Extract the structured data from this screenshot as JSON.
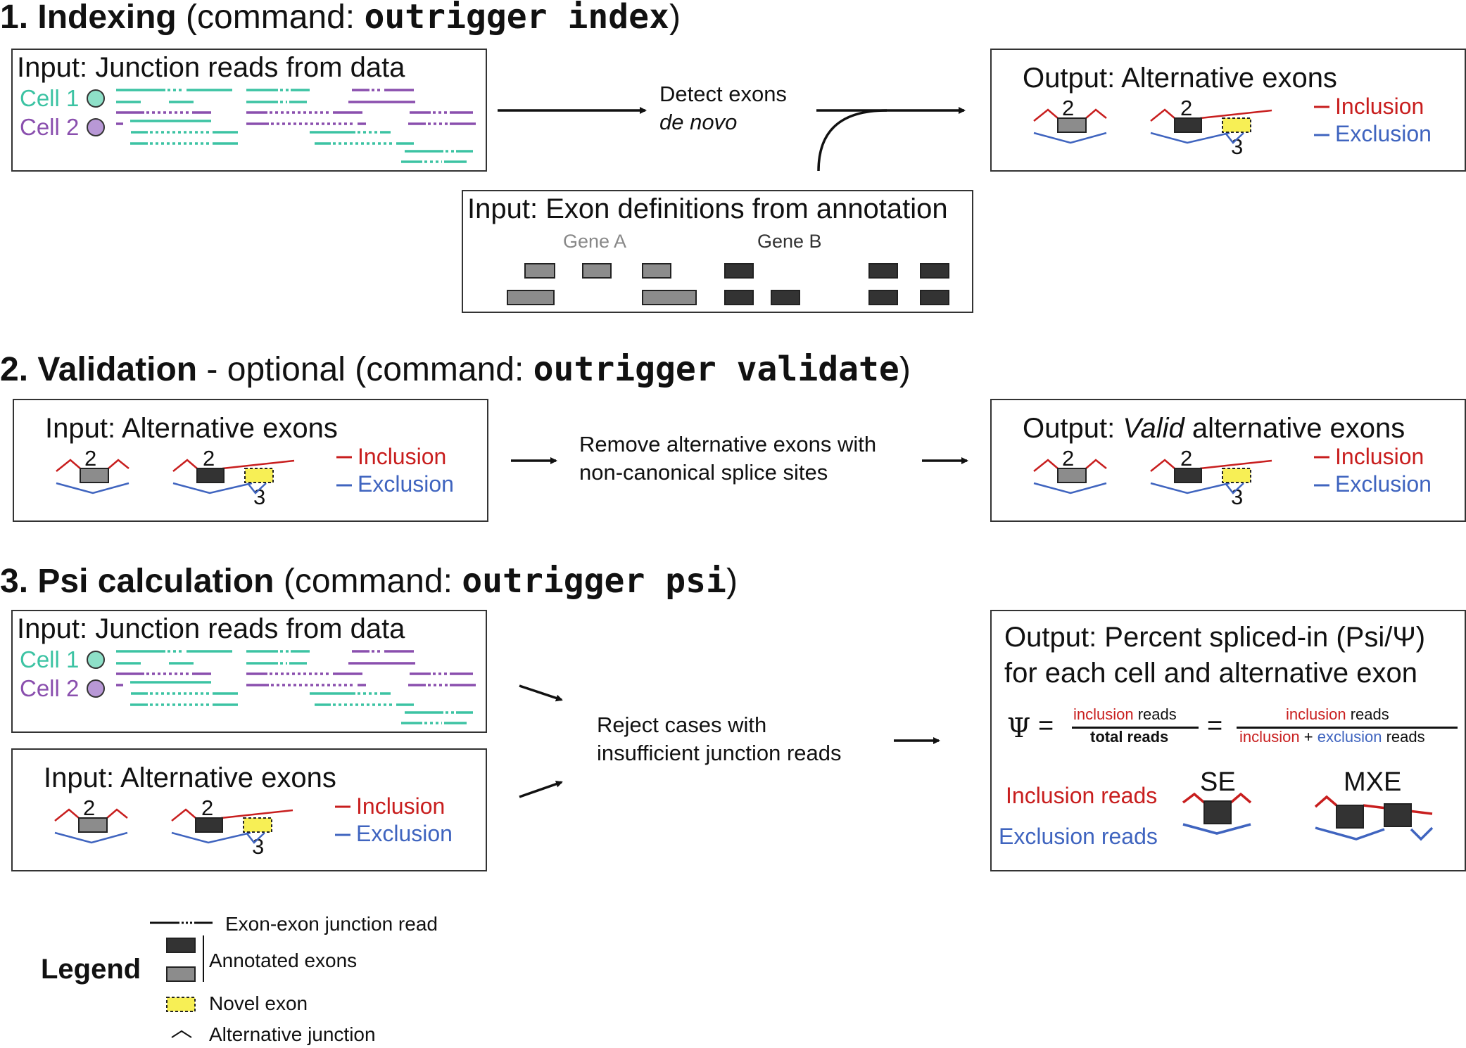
{
  "section1": {
    "num": "1.",
    "bold": "Indexing",
    "pre": " (command: ",
    "cmd": "outrigger index",
    "post": ")",
    "input_reads_title": "Input: Junction reads from data",
    "cell1": "Cell 1",
    "cell2": "Cell 2",
    "detect_line1": "Detect exons",
    "detect_line2": "de novo",
    "annotation_title": "Input: Exon definitions from annotation",
    "gene_a": "Gene A",
    "gene_b": "Gene B",
    "output_title": "Output: Alternative exons",
    "exon_num_2": "2",
    "exon_num_3": "3",
    "inclusion": "Inclusion",
    "exclusion": "Exclusion"
  },
  "section2": {
    "num": "2.",
    "bold": "Validation",
    "pre": " - optional (command: ",
    "cmd": "outrigger validate",
    "post": ")",
    "input_title": "Input: Alternative exons",
    "mid_line1": "Remove alternative exons with",
    "mid_line2": "non-canonical splice sites",
    "output_pre": "Output: ",
    "output_italic": "Valid",
    "output_post": " alternative exons",
    "exon_num_2": "2",
    "exon_num_3": "3",
    "inclusion": "Inclusion",
    "exclusion": "Exclusion"
  },
  "section3": {
    "num": "3.",
    "bold": "Psi calculation",
    "pre": " (command: ",
    "cmd": "outrigger psi",
    "post": ")",
    "input_reads_title": "Input: Junction reads from data",
    "cell1": "Cell 1",
    "cell2": "Cell 2",
    "input_exons_title": "Input: Alternative exons",
    "mid_line1": "Reject cases with",
    "mid_line2": "insufficient junction reads",
    "output_line1": "Output: Percent spliced-in (Psi/Ψ)",
    "output_line2": "for each cell and alternative exon",
    "psi_symbol": "Ψ",
    "equals": "=",
    "inclusion_word": "inclusion",
    "reads_word": "reads",
    "total_reads": "total reads",
    "exclusion_word": "exclusion",
    "plus": "+",
    "inclusion_reads": "Inclusion reads",
    "exclusion_reads": "Exclusion reads",
    "se": "SE",
    "mxe": "MXE",
    "exon_num_2": "2",
    "exon_num_3": "3",
    "inclusion": "Inclusion",
    "exclusion": "Exclusion"
  },
  "legend": {
    "title": "Legend",
    "junction": "Exon-exon junction read",
    "annotated": "Annotated exons",
    "novel": "Novel exon",
    "alt_junction": "Alternative junction"
  },
  "colors": {
    "teal": "#3cc3a3",
    "purple": "#8a4fae",
    "red": "#c81e1e",
    "blue": "#3f64bf",
    "dark_exon": "#333333",
    "grey_exon": "#8c8c8c",
    "novel_exon": "#f7ef55"
  }
}
